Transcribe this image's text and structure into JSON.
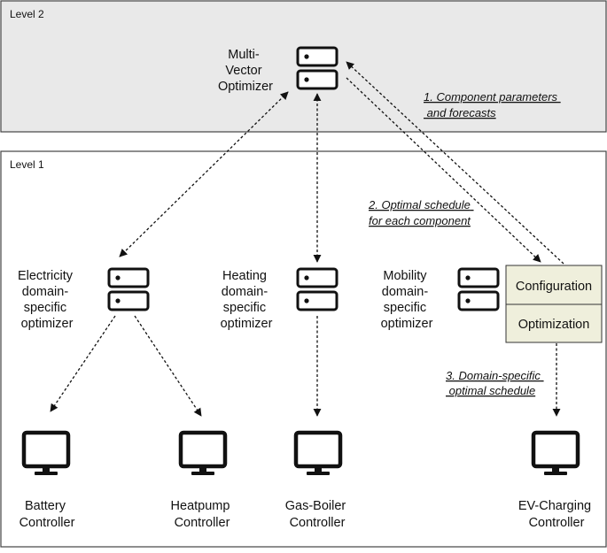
{
  "levels": {
    "level2": "Level 2",
    "level1": "Level 1"
  },
  "multi_vector": {
    "label": [
      "Multi-",
      "Vector",
      "Optimizer"
    ]
  },
  "domain_optimizers": {
    "electricity": [
      "Electricity",
      "domain-",
      "specific",
      "optimizer"
    ],
    "heating": [
      "Heating",
      "domain-",
      "specific",
      "optimizer"
    ],
    "mobility": [
      "Mobility",
      "domain-",
      "specific",
      "optimizer"
    ]
  },
  "mobility_box": {
    "configuration": "Configuration",
    "optimization": "Optimization"
  },
  "controllers": {
    "battery": [
      "Battery",
      "Controller"
    ],
    "heatpump": [
      "Heatpump",
      "Controller"
    ],
    "gas_boiler": [
      "Gas-Boiler",
      "Controller"
    ],
    "ev_charging": [
      "EV-Charging",
      "Controller"
    ]
  },
  "annotations": {
    "step1": [
      "1. Component parameters",
      " and forecasts"
    ],
    "step2": [
      "2. Optimal schedule",
      "for each component"
    ],
    "step3": [
      "3. Domain-specific",
      " optimal schedule"
    ]
  },
  "icons": {
    "server": "server-icon",
    "monitor": "monitor-icon"
  },
  "colors": {
    "level2_bg": "#e9e9e9",
    "box_bg": "#efefdc",
    "stroke": "#111111"
  }
}
